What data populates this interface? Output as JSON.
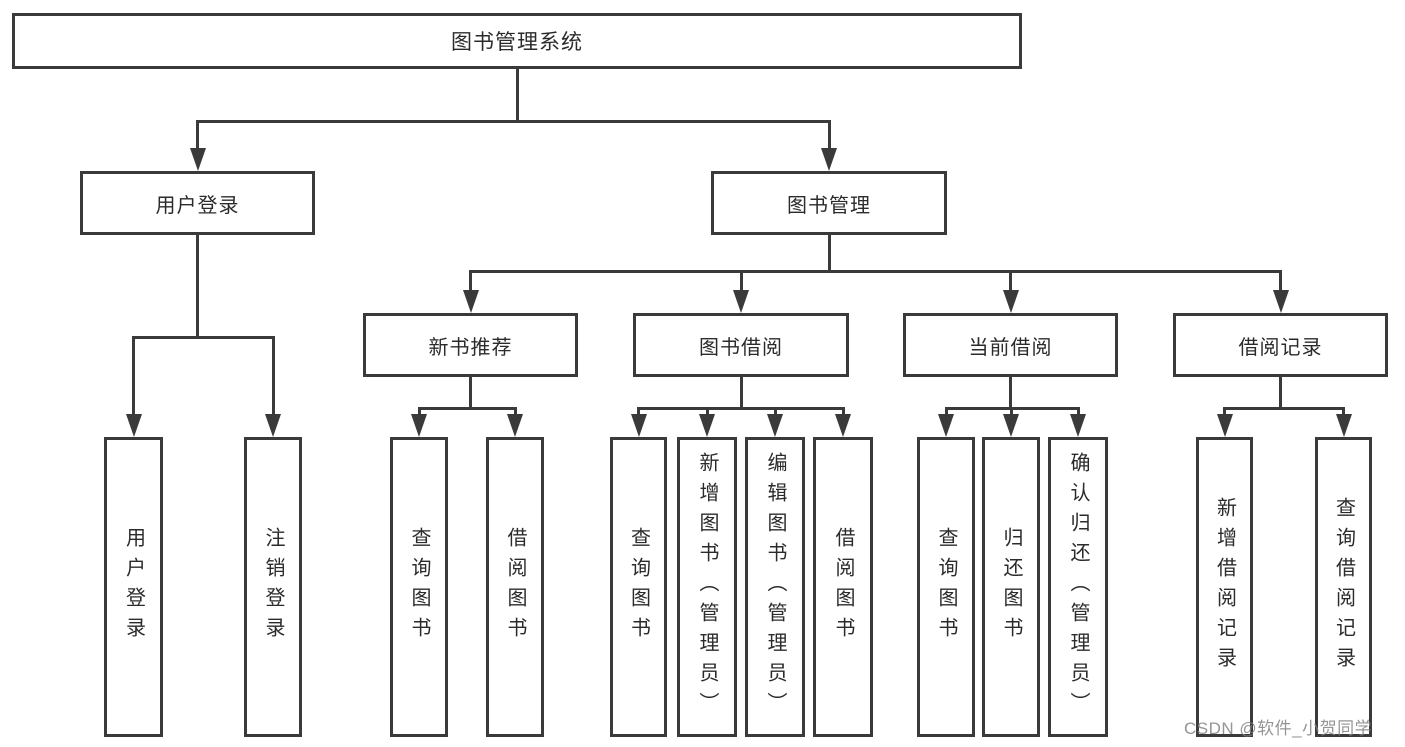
{
  "diagram": {
    "title": "图书管理系统",
    "colors": {
      "line": "#3a3a3a",
      "text": "#2b2b2b",
      "background": "#ffffff"
    },
    "nodes": [
      {
        "id": "root",
        "label": "图书管理系统",
        "orientation": "horizontal"
      },
      {
        "id": "login",
        "label": "用户登录",
        "orientation": "horizontal"
      },
      {
        "id": "mgmt",
        "label": "图书管理",
        "orientation": "horizontal"
      },
      {
        "id": "newbook",
        "label": "新书推荐",
        "orientation": "horizontal"
      },
      {
        "id": "borrow",
        "label": "图书借阅",
        "orientation": "horizontal"
      },
      {
        "id": "current",
        "label": "当前借阅",
        "orientation": "horizontal"
      },
      {
        "id": "records",
        "label": "借阅记录",
        "orientation": "horizontal"
      },
      {
        "id": "v_login",
        "label": "用户登录",
        "orientation": "vertical"
      },
      {
        "id": "v_logout",
        "label": "注销登录",
        "orientation": "vertical"
      },
      {
        "id": "v_q1",
        "label": "查询图书",
        "orientation": "vertical"
      },
      {
        "id": "v_b1",
        "label": "借阅图书",
        "orientation": "vertical"
      },
      {
        "id": "v_q2",
        "label": "查询图书",
        "orientation": "vertical"
      },
      {
        "id": "v_add",
        "label": "新增图书（管理员）",
        "orientation": "vertical"
      },
      {
        "id": "v_edit",
        "label": "编辑图书（管理员）",
        "orientation": "vertical"
      },
      {
        "id": "v_b2",
        "label": "借阅图书",
        "orientation": "vertical"
      },
      {
        "id": "v_q3",
        "label": "查询图书",
        "orientation": "vertical"
      },
      {
        "id": "v_ret",
        "label": "归还图书",
        "orientation": "vertical"
      },
      {
        "id": "v_confirm",
        "label": "确认归还（管理员）",
        "orientation": "vertical"
      },
      {
        "id": "v_addrec",
        "label": "新增借阅记录",
        "orientation": "vertical"
      },
      {
        "id": "v_qrec",
        "label": "查询借阅记录",
        "orientation": "vertical"
      }
    ],
    "edges": [
      {
        "parent": "root",
        "children": [
          "login",
          "mgmt"
        ]
      },
      {
        "parent": "login",
        "children": [
          "v_login",
          "v_logout"
        ]
      },
      {
        "parent": "mgmt",
        "children": [
          "newbook",
          "borrow",
          "current",
          "records"
        ]
      },
      {
        "parent": "newbook",
        "children": [
          "v_q1",
          "v_b1"
        ]
      },
      {
        "parent": "borrow",
        "children": [
          "v_q2",
          "v_add",
          "v_edit",
          "v_b2"
        ]
      },
      {
        "parent": "current",
        "children": [
          "v_q3",
          "v_ret",
          "v_confirm"
        ]
      },
      {
        "parent": "records",
        "children": [
          "v_addrec",
          "v_qrec"
        ]
      }
    ],
    "watermark": "CSDN @软件_小贺同学"
  }
}
